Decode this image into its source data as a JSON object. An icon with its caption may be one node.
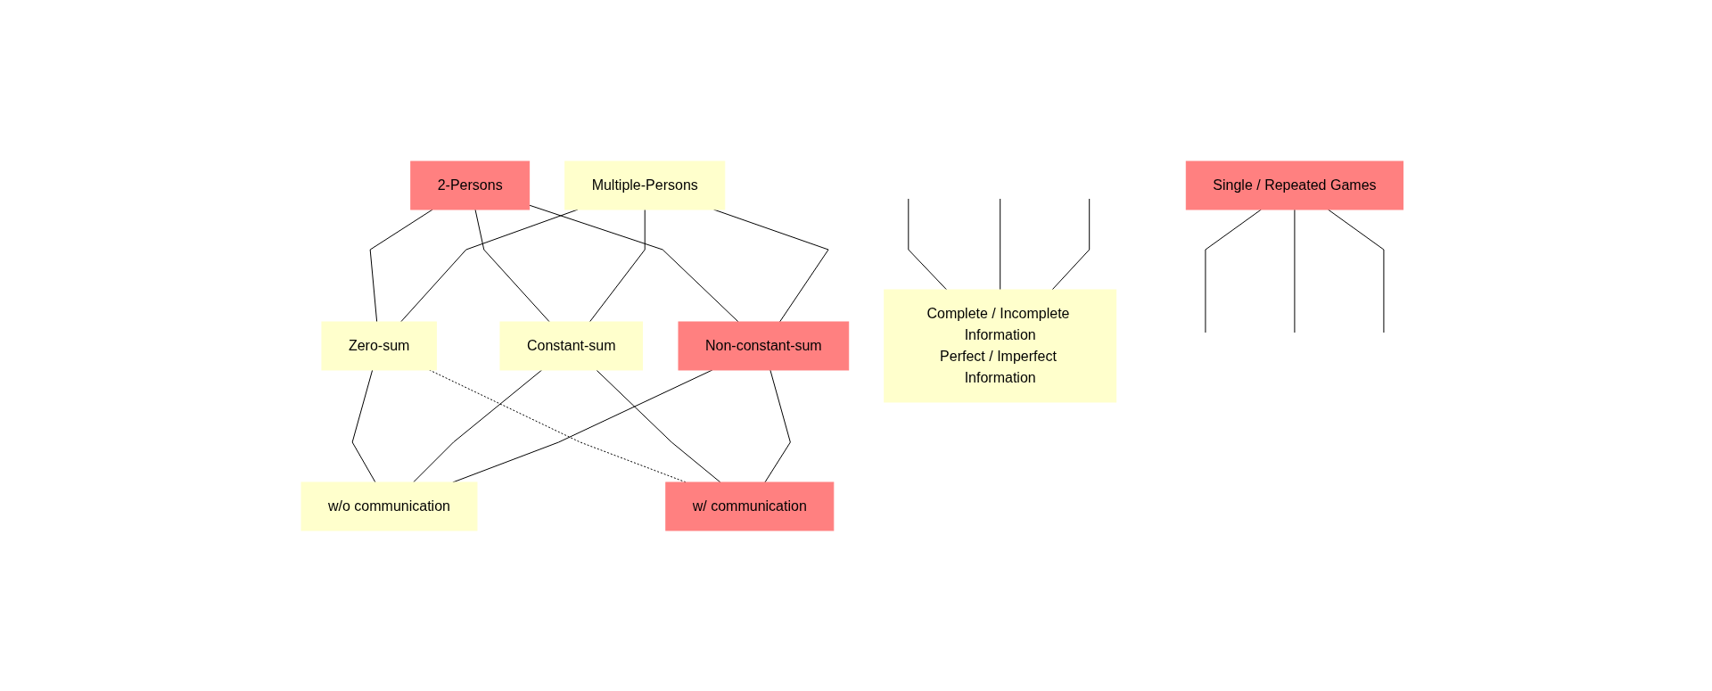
{
  "diagram": {
    "nodes": [
      {
        "text": [
          "Single / Repeated Games"
        ]
      },
      {
        "text": [
          "2-Persons"
        ]
      },
      {
        "text": [
          "Multiple-Persons"
        ]
      },
      {
        "text": [
          "Zero-sum"
        ]
      },
      {
        "text": [
          "Constant-sum"
        ]
      },
      {
        "text": [
          "Non-constant-sum"
        ]
      },
      {
        "text": [
          "w/o communication"
        ]
      },
      {
        "text": [
          "w/ communication"
        ]
      },
      {
        "text": [
          "Complete / Incomplete Information",
          "Perfect / Imperfect Information"
        ]
      }
    ],
    "edges": [
      {
        "from": 1,
        "to": 3,
        "arrow": "none"
      },
      {
        "from": 1,
        "to": 4,
        "arrow": "none"
      },
      {
        "from": 1,
        "to": 5,
        "arrow": "none"
      },
      {
        "from": 2,
        "to": 3,
        "arrow": "none"
      },
      {
        "from": 2,
        "to": 4,
        "arrow": "none"
      },
      {
        "from": 2,
        "to": 5,
        "arrow": "none"
      },
      {
        "from": 3,
        "to": 6,
        "arrow": "none"
      },
      {
        "from": 3,
        "to": 7,
        "arrow": "none",
        "style": "dashed"
      },
      {
        "from": 4,
        "to": 6,
        "arrow": "none"
      },
      {
        "from": 4,
        "to": 7,
        "arrow": "none"
      },
      {
        "from": 5,
        "to": 6,
        "arrow": "none"
      },
      {
        "from": 5,
        "to": 7,
        "arrow": "none"
      },
      {
        "from": 0,
        "to": null,
        "arrow": "none"
      },
      {
        "from": 0,
        "to": null,
        "arrow": "none"
      },
      {
        "from": 0,
        "to": null,
        "arrow": "none"
      },
      {
        "from": null,
        "to": 8,
        "arrow": "none"
      },
      {
        "from": null,
        "to": 8,
        "arrow": "none"
      },
      {
        "from": null,
        "to": 8,
        "arrow": "none"
      }
    ]
  }
}
